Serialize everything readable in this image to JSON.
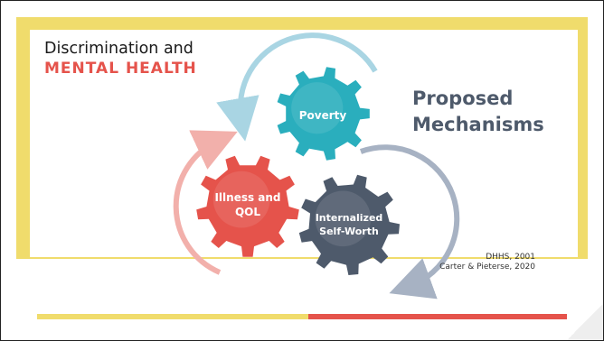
{
  "slide": {
    "title_line1": "Discrimination and",
    "title_line2": "MENTAL HEALTH",
    "mechanisms_title_line1": "Proposed",
    "mechanisms_title_line2": "Mechanisms",
    "citations": [
      "DHHS, 2001",
      "Carter & Pieterse, 2020"
    ]
  },
  "gears": [
    {
      "line1": "Poverty",
      "line2": "",
      "color": "#2aaebd"
    },
    {
      "line1": "Illness and",
      "line2": "QOL",
      "color": "#e5534b"
    },
    {
      "line1": "Internalized",
      "line2": "Self-Worth",
      "color": "#4e5a6b"
    }
  ],
  "colors": {
    "yellow": "#f0dc6c",
    "red": "#e5534b",
    "teal": "#2aaebd",
    "slate": "#4e5a6b",
    "arrow_blue": "#a9d5e3",
    "arrow_pink": "#f2b0ab",
    "arrow_slate": "#a7b2c3"
  }
}
